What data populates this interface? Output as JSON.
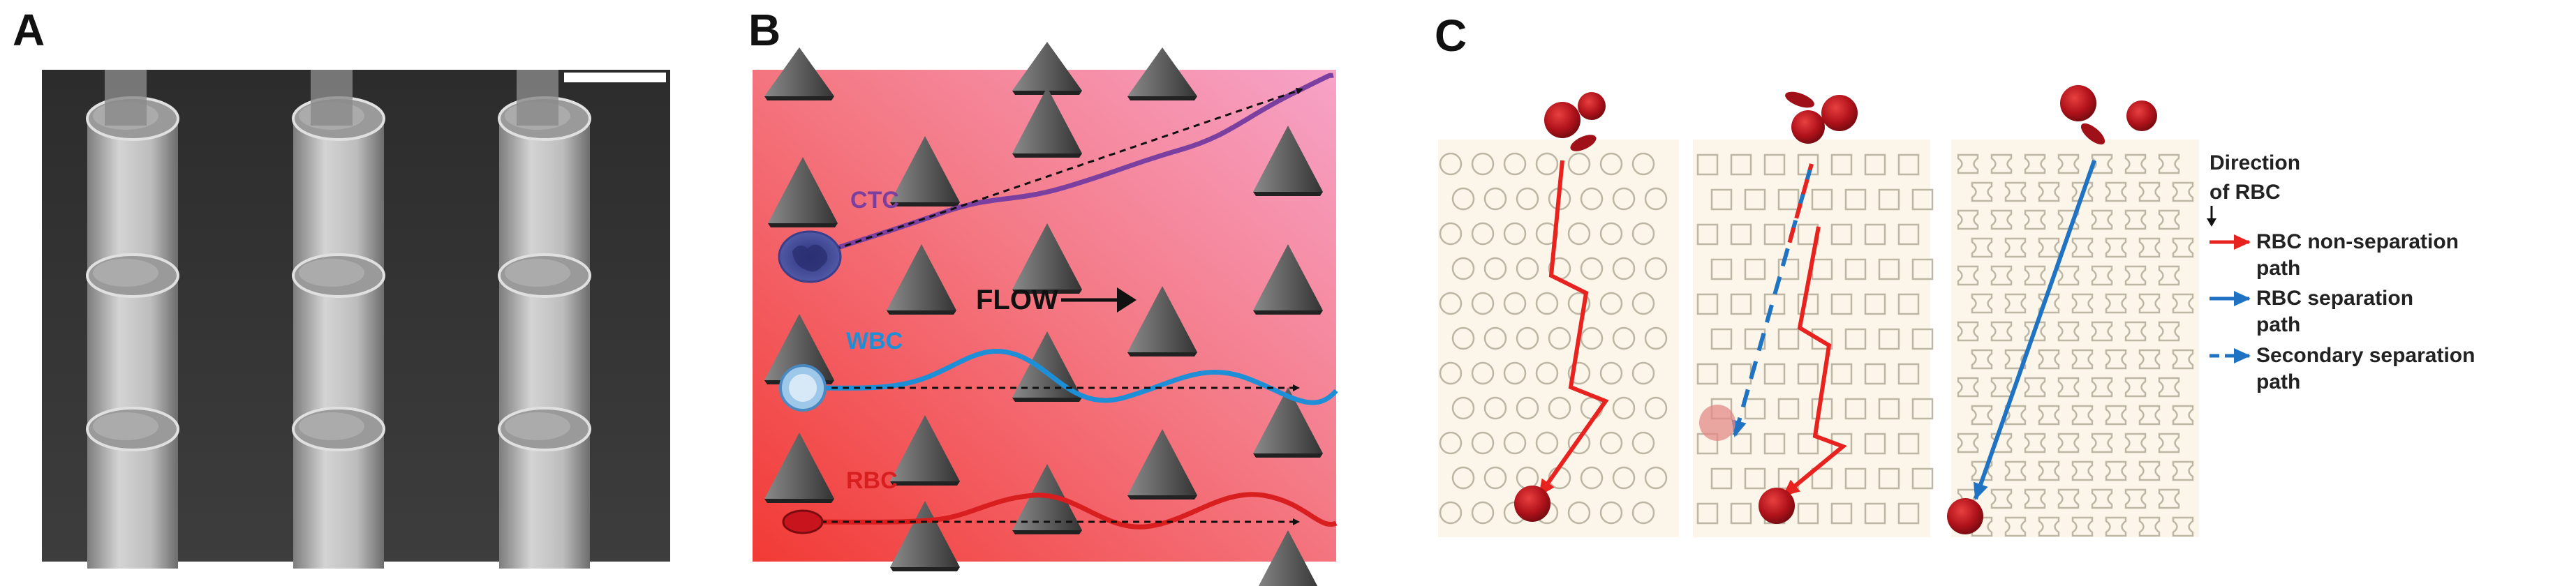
{
  "panels": [
    {
      "letter": "A"
    },
    {
      "letter": "B"
    },
    {
      "letter": "C"
    }
  ],
  "panel_b": {
    "cell_labels": [
      "CTC",
      "WBC",
      "RBC"
    ],
    "flow_label": "FLOW",
    "colors": {
      "ctc": "#7b3fa0",
      "wbc": "#1e8fd6",
      "rbc": "#d81e1e",
      "pillar": "#5a5a5a"
    }
  },
  "panel_c": {
    "direction_label": [
      "Direction",
      "of RBC"
    ],
    "legend": [
      {
        "lines": [
          "RBC non-separation",
          "path"
        ],
        "style": "solid",
        "color": "#e8231f"
      },
      {
        "lines": [
          "RBC separation",
          "path"
        ],
        "style": "solid",
        "color": "#1f73c2"
      },
      {
        "lines": [
          "Secondary separation",
          "path"
        ],
        "style": "dashed",
        "color": "#1f73c2"
      }
    ]
  }
}
